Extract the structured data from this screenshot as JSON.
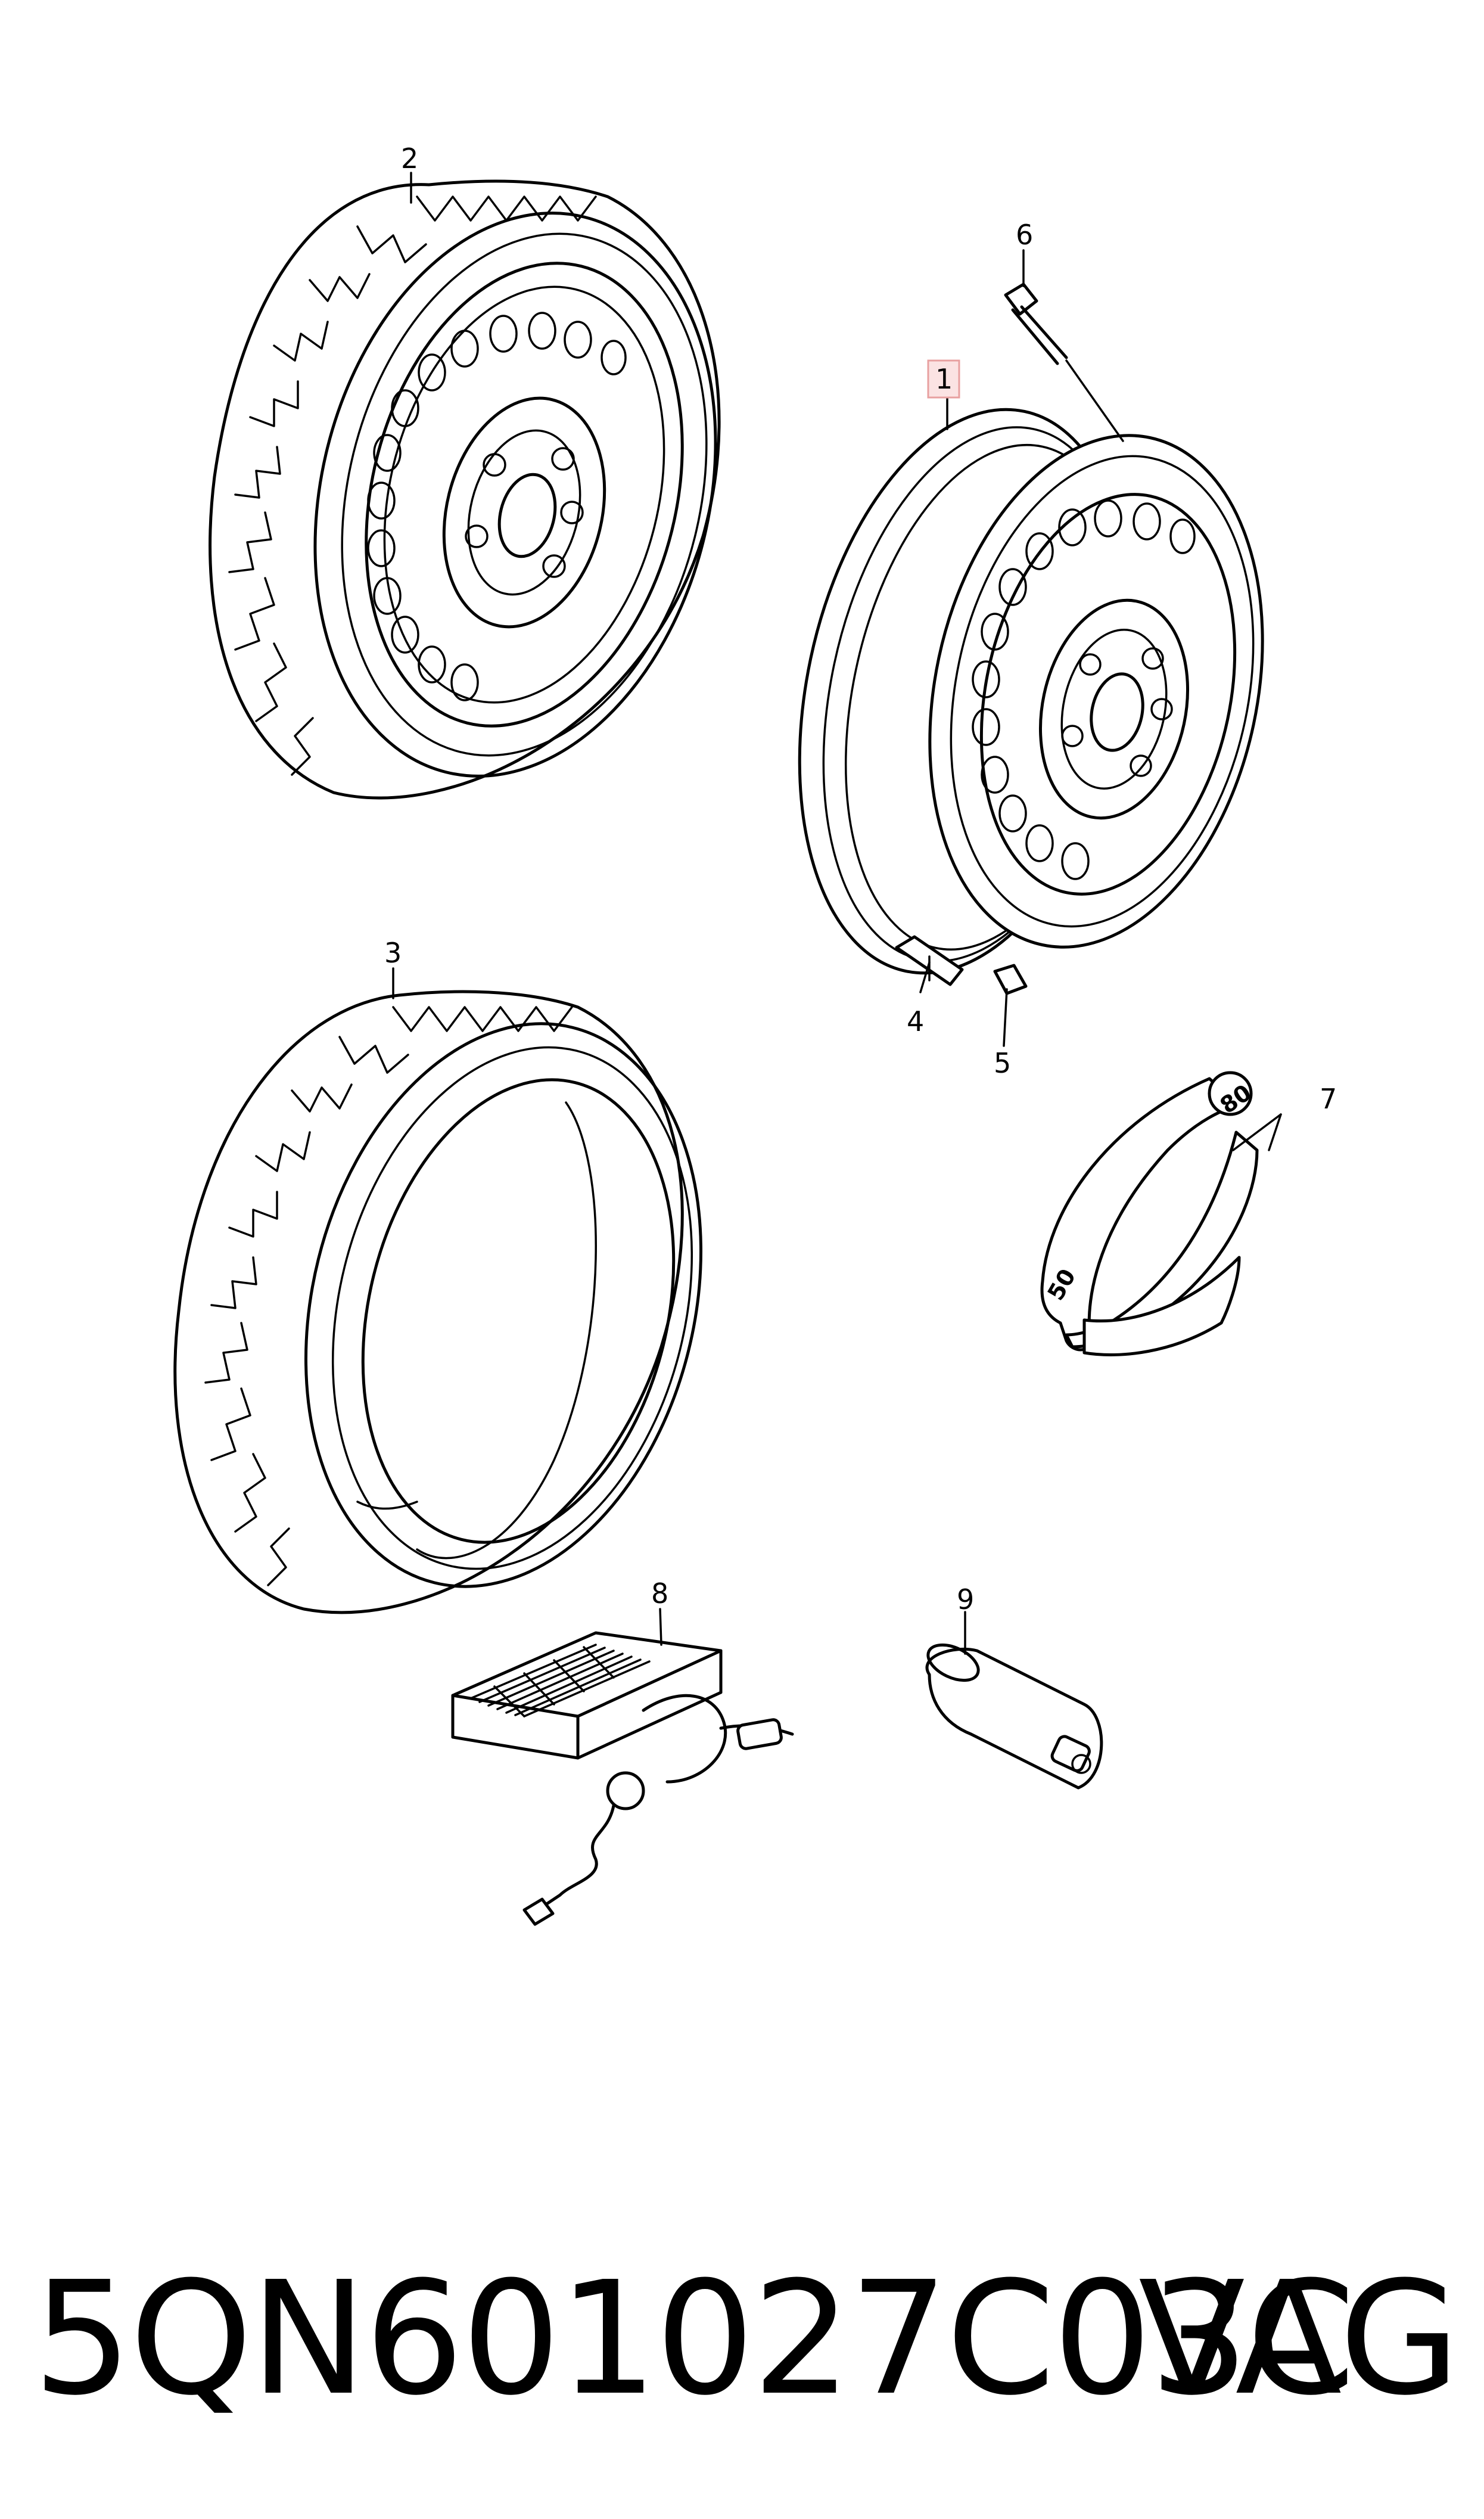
{
  "callouts": {
    "c1": "1",
    "c2": "2",
    "c3": "3",
    "c4": "4",
    "c5": "5",
    "c6": "6",
    "c7": "7",
    "c8": "8",
    "c9": "9"
  },
  "gauge": {
    "mark_80": "80",
    "mark_50": "50"
  },
  "highlight_color": "#e8a0a0",
  "footer": {
    "part_number": "5QN601027C03C",
    "brand": "VAG"
  }
}
